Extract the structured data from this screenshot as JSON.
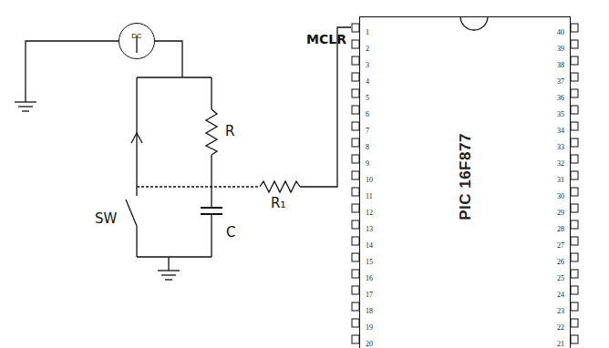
{
  "diagram": {
    "nodes": [
      {
        "text": [
          "DC"
        ]
      },
      {
        "text": [
          "1",
          "2",
          "3",
          "4",
          "5",
          "6",
          "7",
          "8",
          "9",
          "10",
          "11",
          "12",
          "13",
          "14",
          "15",
          "16",
          "17",
          "18",
          "19",
          "20",
          "21",
          "22",
          "23",
          "24",
          "25",
          "26",
          "27",
          "28",
          "29",
          "30",
          "31",
          "32",
          "33",
          "34",
          "35",
          "36",
          "37",
          "38",
          "39",
          "40",
          "PIC 16F877"
        ]
      }
    ],
    "labels": [
      "MCLR",
      "R",
      "R₁",
      "SW",
      "C"
    ]
  }
}
